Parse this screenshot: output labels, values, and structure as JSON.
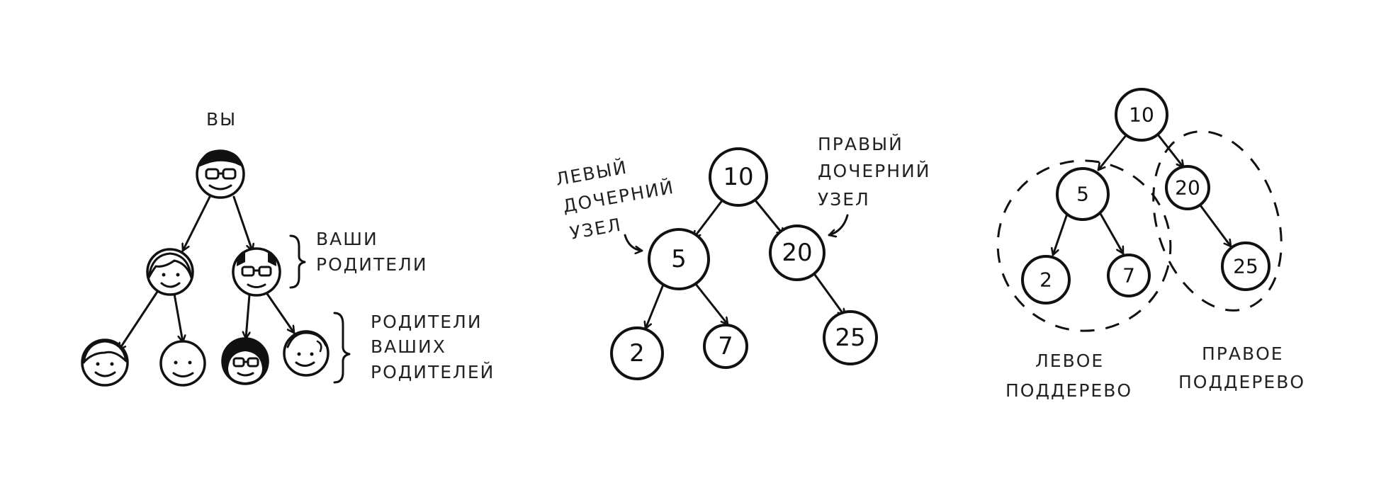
{
  "family_tree": {
    "label_you": "ВЫ",
    "label_parents_line1": "ВАШИ",
    "label_parents_line2": "РОДИТЕЛИ",
    "label_grandparents_line1": "РОДИТЕЛИ",
    "label_grandparents_line2": "ВАШИХ",
    "label_grandparents_line3": "РОДИТЕЛЕЙ"
  },
  "binary_tree": {
    "root": "10",
    "left": "5",
    "right": "20",
    "left_left": "2",
    "left_right": "7",
    "right_right": "25",
    "label_left_child_line1": "ЛЕВЫЙ",
    "label_left_child_line2": "ДОЧЕРНИЙ",
    "label_left_child_line3": "УЗЕЛ",
    "label_right_child_line1": "ПРАВЫЙ",
    "label_right_child_line2": "ДОЧЕРНИЙ",
    "label_right_child_line3": "УЗЕЛ"
  },
  "subtree_tree": {
    "root": "10",
    "left": "5",
    "right": "20",
    "left_left": "2",
    "left_right": "7",
    "right_right": "25",
    "label_left_subtree_line1": "ЛЕВОЕ",
    "label_left_subtree_line2": "ПОДДЕРЕВО",
    "label_right_subtree_line1": "ПРАВОЕ",
    "label_right_subtree_line2": "ПОДДЕРЕВО"
  },
  "colors": {
    "ink": "#111111",
    "background": "#ffffff"
  }
}
